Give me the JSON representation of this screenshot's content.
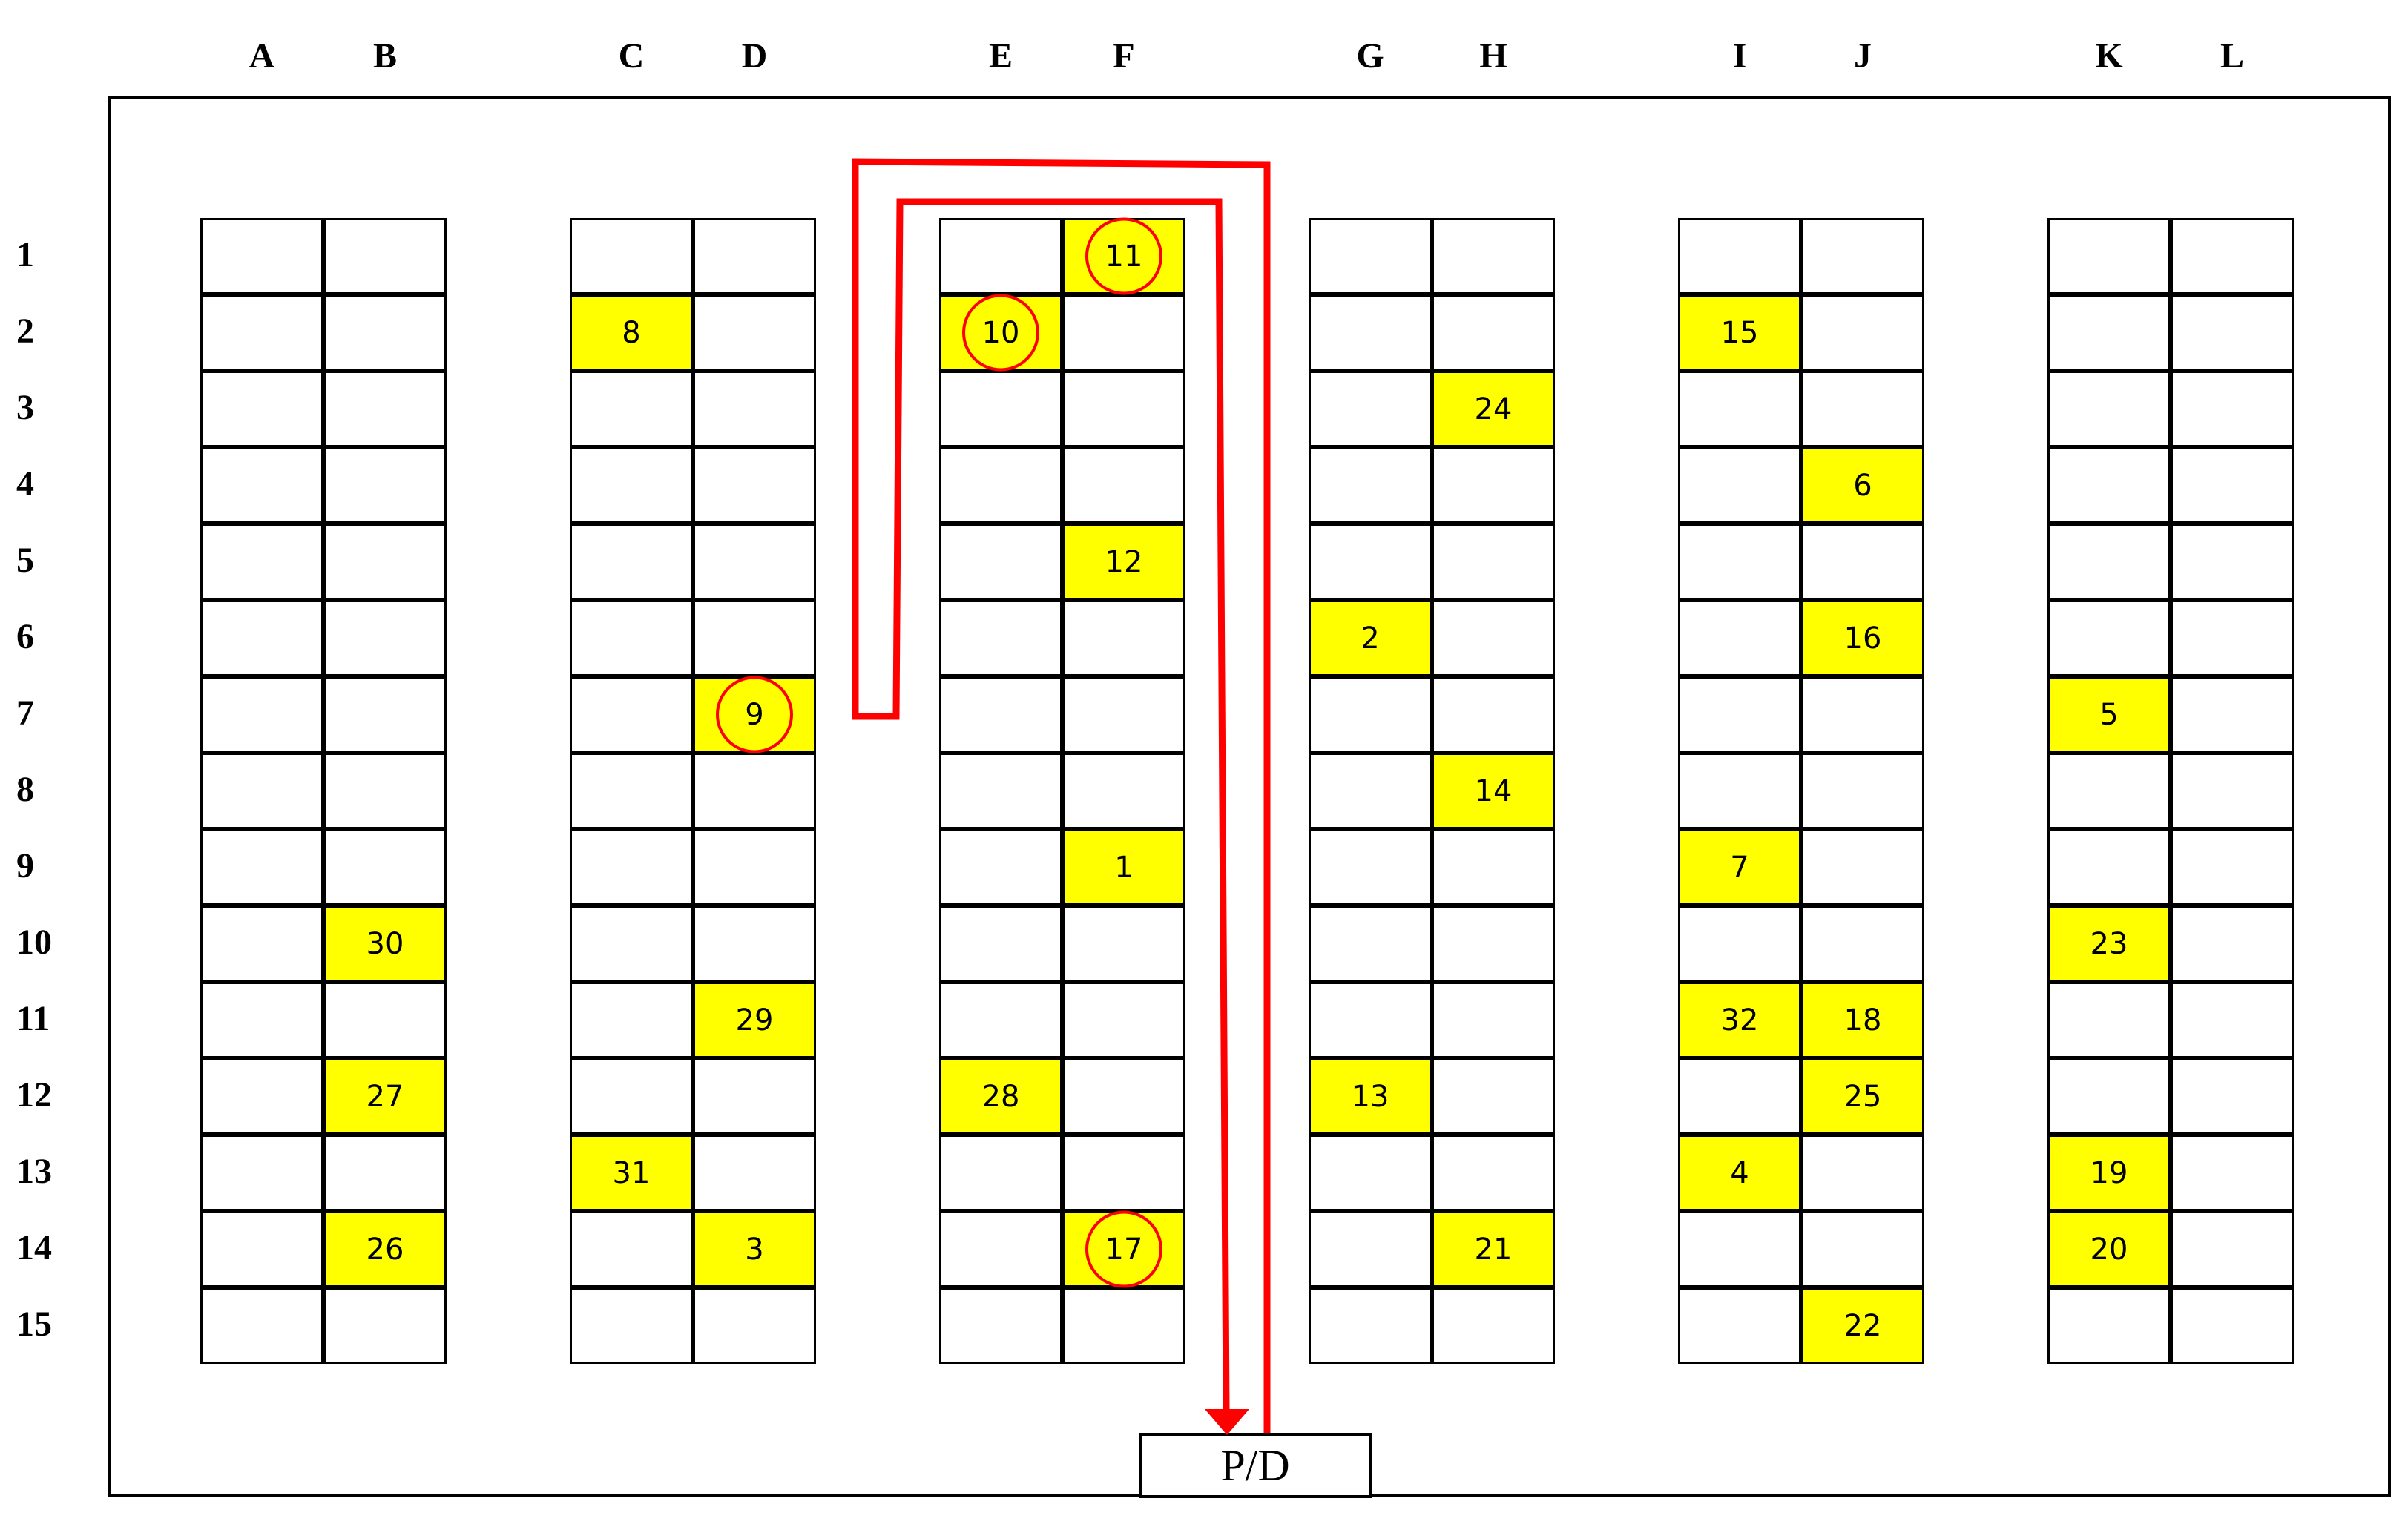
{
  "columns": [
    "A",
    "B",
    "C",
    "D",
    "E",
    "F",
    "G",
    "H",
    "I",
    "J",
    "K",
    "L"
  ],
  "rows": [
    "1",
    "2",
    "3",
    "4",
    "5",
    "6",
    "7",
    "8",
    "9",
    "10",
    "11",
    "12",
    "13",
    "14",
    "15"
  ],
  "pd_label": "P/D",
  "highlight_color": "#ffff00",
  "route_color": "#ff0000",
  "items": [
    {
      "col": "F",
      "row": 1,
      "label": "11",
      "circled": true
    },
    {
      "col": "C",
      "row": 2,
      "label": "8",
      "circled": false
    },
    {
      "col": "E",
      "row": 2,
      "label": "10",
      "circled": true
    },
    {
      "col": "I",
      "row": 2,
      "label": "15",
      "circled": false
    },
    {
      "col": "H",
      "row": 3,
      "label": "24",
      "circled": false
    },
    {
      "col": "J",
      "row": 4,
      "label": "6",
      "circled": false
    },
    {
      "col": "F",
      "row": 5,
      "label": "12",
      "circled": false
    },
    {
      "col": "G",
      "row": 6,
      "label": "2",
      "circled": false
    },
    {
      "col": "J",
      "row": 6,
      "label": "16",
      "circled": false
    },
    {
      "col": "D",
      "row": 7,
      "label": "9",
      "circled": true
    },
    {
      "col": "K",
      "row": 7,
      "label": "5",
      "circled": false
    },
    {
      "col": "H",
      "row": 8,
      "label": "14",
      "circled": false
    },
    {
      "col": "F",
      "row": 9,
      "label": "1",
      "circled": false
    },
    {
      "col": "I",
      "row": 9,
      "label": "7",
      "circled": false
    },
    {
      "col": "B",
      "row": 10,
      "label": "30",
      "circled": false
    },
    {
      "col": "K",
      "row": 10,
      "label": "23",
      "circled": false
    },
    {
      "col": "D",
      "row": 11,
      "label": "29",
      "circled": false
    },
    {
      "col": "I",
      "row": 11,
      "label": "32",
      "circled": false
    },
    {
      "col": "J",
      "row": 11,
      "label": "18",
      "circled": false
    },
    {
      "col": "B",
      "row": 12,
      "label": "27",
      "circled": false
    },
    {
      "col": "E",
      "row": 12,
      "label": "28",
      "circled": false
    },
    {
      "col": "G",
      "row": 12,
      "label": "13",
      "circled": false
    },
    {
      "col": "J",
      "row": 12,
      "label": "25",
      "circled": false
    },
    {
      "col": "C",
      "row": 13,
      "label": "31",
      "circled": false
    },
    {
      "col": "I",
      "row": 13,
      "label": "4",
      "circled": false
    },
    {
      "col": "K",
      "row": 13,
      "label": "19",
      "circled": false
    },
    {
      "col": "B",
      "row": 14,
      "label": "26",
      "circled": false
    },
    {
      "col": "D",
      "row": 14,
      "label": "3",
      "circled": false
    },
    {
      "col": "F",
      "row": 14,
      "label": "17",
      "circled": true
    },
    {
      "col": "H",
      "row": 14,
      "label": "21",
      "circled": false
    },
    {
      "col": "K",
      "row": 14,
      "label": "20",
      "circled": false
    },
    {
      "col": "J",
      "row": 15,
      "label": "22",
      "circled": false
    }
  ]
}
